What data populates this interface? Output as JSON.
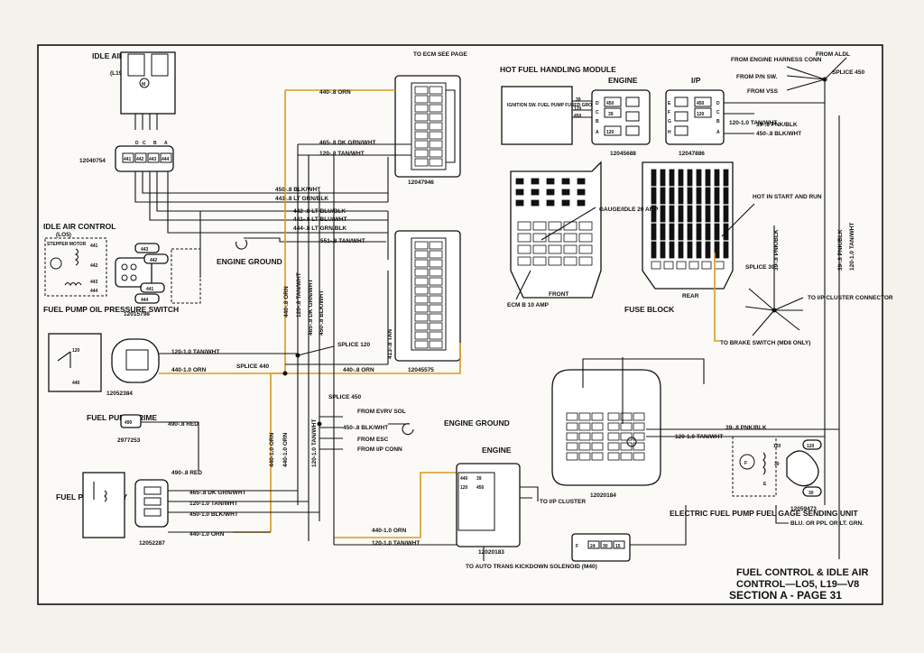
{
  "components": {
    "iac_l19": {
      "title": "IDLE AIR CONTROL",
      "engine": "(L19)",
      "part": "12040754",
      "pins": [
        "441",
        "442",
        "443",
        "444"
      ],
      "pin_letters": [
        "D",
        "C",
        "B",
        "A"
      ]
    },
    "iac_lo5": {
      "title": "IDLE AIR CONTROL",
      "engine": "(LO5)",
      "motor_label": "STEPPER MOTOR",
      "pins": [
        "441",
        "442",
        "443",
        "444"
      ],
      "part": "12015798"
    },
    "oil_switch": {
      "title": "FUEL PUMP OIL PRESSURE SWITCH",
      "pins": [
        "120",
        "440"
      ],
      "part": "12052384"
    },
    "prime": {
      "title": "FUEL PUMP PRIME",
      "pin": "490",
      "part": "2977253"
    },
    "relay": {
      "title": "FUEL PUMP RELAY",
      "part": "12052287",
      "pins": [
        "465",
        "120",
        "450",
        "440"
      ]
    },
    "ecm_top": {
      "note": "TO ECM SEE PAGE",
      "part": "12047946"
    },
    "ecm_mid": {
      "part": "12045575",
      "pin_413": "413-.8 TAN"
    },
    "hot_module": {
      "title": "HOT FUEL HANDLING MODULE",
      "text": "IGNITION SW. FUEL PUMP FUSED GROUND",
      "pins": [
        "39",
        "120",
        "450"
      ]
    },
    "eng_conn": {
      "title": "ENGINE",
      "part": "12045688",
      "letters": [
        "D",
        "C",
        "B",
        "A"
      ],
      "pins": [
        "450",
        "39",
        "120"
      ]
    },
    "ip_conn": {
      "title": "I/P",
      "part": "12047886",
      "letters": [
        "E",
        "F",
        "G",
        "H"
      ],
      "right_letters": [
        "D",
        "C",
        "B",
        "A"
      ],
      "pins": [
        "450",
        "120"
      ]
    },
    "fuse_block": {
      "title": "FUSE BLOCK",
      "front": "FRONT",
      "rear": "REAR",
      "gauge": "GAUGE/IDLE 20 AMP",
      "ecm_b": "ECM B 10 AMP",
      "hot": "HOT IN START AND RUN"
    },
    "engine_conn_big": {
      "title": "ENGINE",
      "part": "12020183",
      "pins": [
        "440",
        "120",
        "39",
        "450"
      ]
    },
    "center_conn": {
      "part": "12020184"
    },
    "fuel_pump": {
      "title": "ELECTRIC FUEL PUMP FUEL GAGE SENDING UNIT",
      "part": "12059473",
      "color_note": "BLU. OR PPL OR LT. GRN.",
      "pins": [
        "120",
        "30"
      ]
    },
    "small_conn": {
      "pins": [
        "24",
        "30",
        "15",
        "F"
      ]
    }
  },
  "wires": {
    "w440_orn_top": "440-.8 ORN",
    "w465": "465-.8 DK GRN/WHT",
    "w120_top": "120-.8 TAN/WHT",
    "w450": "450-.8 BLK/WHT",
    "w443": "443-.8 LT GRN/BLK",
    "w442": "442-.8 LT BLU/BLK",
    "w441": "441-.8 LT BLU/WHT",
    "w444": "444-.8 LT GRN/BLK",
    "w551": "551-.8 TAN/WHT",
    "v440": "440-.8 ORN",
    "v120": "120-.8 TAN/WHT",
    "v465": "465-.8 DK GRN/WHT",
    "v450": "450-.8 BLK/WHT",
    "v413": "413-.8 TAN",
    "w120_oil": "120-1.0 TAN/WHT",
    "w440_oil": "440-1.0 ORN",
    "w440_mid": "440-.8 ORN",
    "w490": "490-.8 RED",
    "w490b": "490-.8 RED",
    "r465": "465-.8 DK GRN/WHT",
    "r120": "120-1.0 TAN/WHT",
    "r450": "450-1.0 BLK/WHT",
    "r440": "440-1.0 ORN",
    "s450_blk": "450-.8 BLK/WHT",
    "v440b": "440-1.0 ORN",
    "v440c": "440-1.0 ORN",
    "v120b": "120-1.0 TAN/WHT",
    "e440": "440-1.0 ORN",
    "e120": "120-1.0 TAN/WHT",
    "pnk39": "39-.8 PNK/BLK",
    "pnk39b": "39-.8 PNK/BLK",
    "tan120_right": "120-1.0 TAN/WHT",
    "pnk39_right": "39-.8 PNK/BLK",
    "tan120_right2": "120-1.0 TAN/WHT",
    "pnk39_ip": "39-.8 PNK/BLK",
    "blk450_ip": "450-.8 BLK/WHT",
    "tan120_ip": "120-1.0 TAN/WHT"
  },
  "labels": {
    "engine_ground": "ENGINE GROUND",
    "engine_ground2": "ENGINE GROUND",
    "splice120": "SPLICE 120",
    "splice440": "SPLICE 440",
    "splice450": "SPLICE 450",
    "from_evrv": "FROM EVRV SOL",
    "from_esc": "FROM ESC",
    "from_ip": "FROM I/P CONN",
    "from_engine_harness": "FROM ENGINE HARNESS CONN",
    "from_pn": "FROM P/N SW.",
    "from_vss": "FROM VSS",
    "from_aldl": "FROM ALDL",
    "splice450b": "SPLICE 450",
    "splice39": "SPLICE 39",
    "to_ip_cluster_conn": "TO I/P CLUSTER CONNECTOR",
    "to_brake": "TO BRAKE SWITCH (MD8 ONLY)",
    "to_ip_cluster": "TO I/P CLUSTER",
    "to_auto": "TO AUTO TRANS KICKDOWN SOLENOID (M40)"
  },
  "footer": {
    "title1": "FUEL CONTROL & IDLE AIR",
    "title2": "CONTROL—LO5, L19—V8",
    "section": "SECTION A - PAGE 31"
  },
  "colors": {
    "orange_wire": "#d99a22",
    "line": "#111111",
    "paper": "#f4f2ec"
  }
}
